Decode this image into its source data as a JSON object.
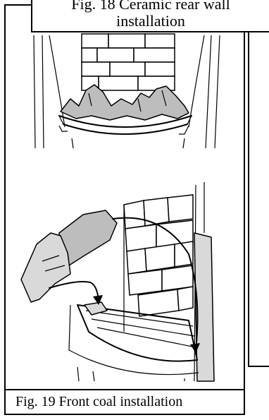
{
  "figure_top": {
    "caption_line1": "Fig. 18 Ceramic rear wall",
    "caption_line2": "installation"
  },
  "figure_bottom": {
    "caption": "Fig. 19 Front coal  installation"
  }
}
